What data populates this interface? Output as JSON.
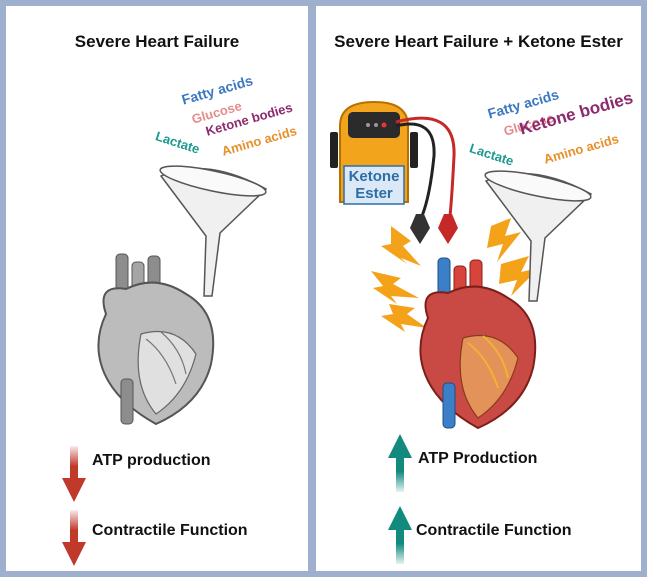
{
  "left_panel": {
    "title": "Severe Heart Failure",
    "fuels": {
      "fatty_acids": "Fatty acids",
      "glucose": "Glucose",
      "ketone_bodies": "Ketone bodies",
      "lactate": "Lactate",
      "amino_acids": "Amino acids"
    },
    "outcomes": {
      "atp": "ATP production",
      "contractile": "Contractile Function"
    },
    "arrow_direction": "down"
  },
  "right_panel": {
    "title": "Severe Heart Failure + Ketone Ester",
    "battery_label": "Ketone\nEster",
    "fuels": {
      "fatty_acids": "Fatty acids",
      "glucose": "Glucose",
      "ketone_bodies": "Ketone bodies",
      "lactate": "Lactate",
      "amino_acids": "Amino acids"
    },
    "outcomes": {
      "atp": "ATP Production",
      "contractile": "Contractile Function"
    },
    "arrow_direction": "up"
  },
  "colors": {
    "fatty_acids": "#3a78c2",
    "glucose": "#e58b8b",
    "ketone_bodies": "#8c2a6e",
    "lactate": "#1b9a8e",
    "amino_acids": "#e7902a",
    "down_arrow": "#c0392b",
    "up_arrow": "#138a7e",
    "battery": "#f2a41c",
    "background_border": "#9fb0cf"
  }
}
